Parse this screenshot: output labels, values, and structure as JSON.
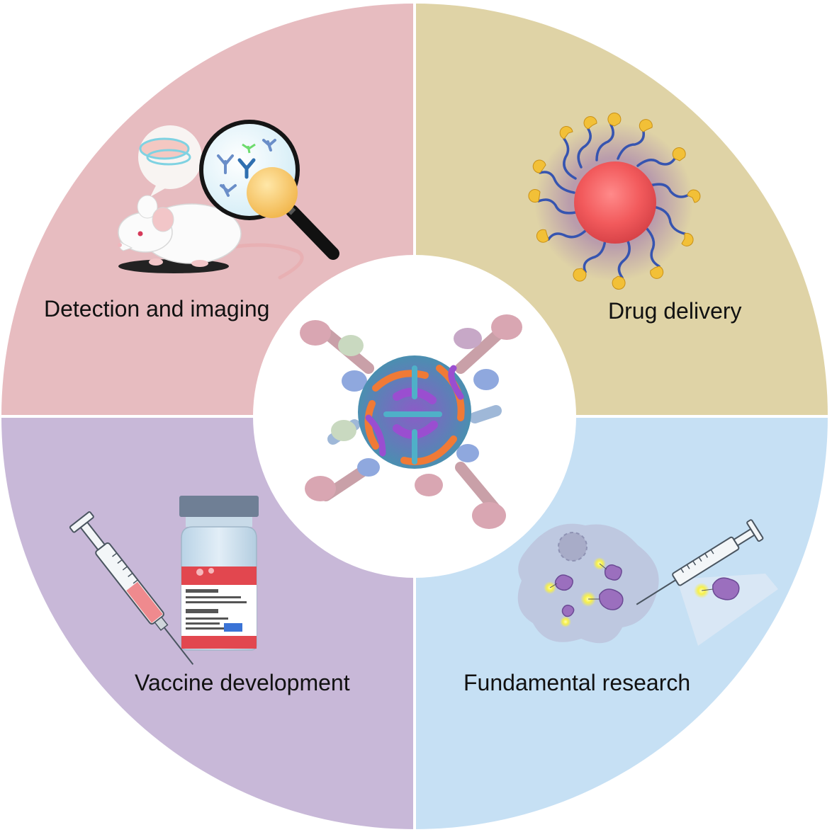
{
  "colors": {
    "top_left": "#e7bcc0",
    "top_right": "#dfd3a6",
    "bottom_left": "#c8b8d8",
    "bottom_right": "#c6e0f4",
    "center": "#ffffff",
    "divider": "#ffffff",
    "text": "#111111"
  },
  "quadrants": {
    "top_left": {
      "label": "Detection and imaging",
      "icon": "mouse-magnifier-icon"
    },
    "top_right": {
      "label": "Drug delivery",
      "icon": "nanoparticle-icon"
    },
    "bottom_left": {
      "label": "Vaccine development",
      "icon": "vaccine-vial-syringe-icon"
    },
    "bottom_right": {
      "label": "Fundamental research",
      "icon": "cell-injection-icon"
    }
  },
  "center": {
    "icon": "virus-antibody-complex-icon"
  }
}
